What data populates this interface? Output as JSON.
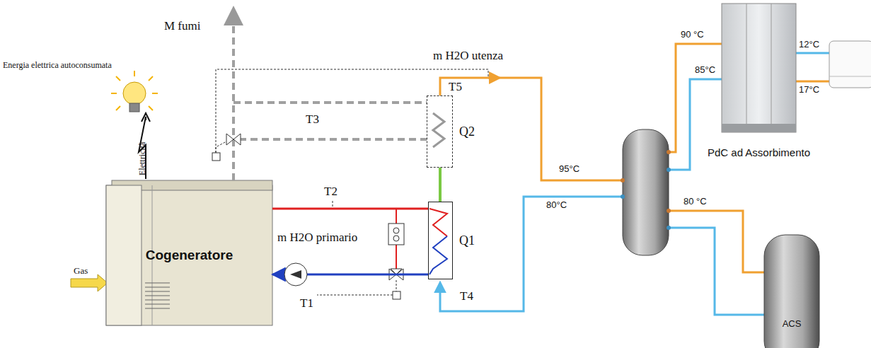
{
  "diagram": {
    "nodes": [
      {
        "text": [
          "Cogeneratore"
        ]
      },
      {
        "text": [
          "Q1"
        ]
      },
      {
        "text": [
          "Q2"
        ]
      },
      {
        "text": [
          "PdC ad Assorbimento"
        ]
      },
      {
        "text": [
          "ACS"
        ]
      }
    ],
    "edges": [
      {
        "from": 0,
        "to": 1,
        "arrow": "none"
      },
      {
        "from": 1,
        "to": 0,
        "arrow": "to"
      },
      {
        "from": 1,
        "to": 2,
        "arrow": "none"
      }
    ],
    "labels": [
      "Energia elettrica autoconsumata",
      "Elettricità",
      "Gas",
      "M fumi",
      "m H2O utenza",
      "m H2O primario",
      "T1",
      "T2",
      "T3",
      "T4",
      "T5",
      "95°C",
      "80°C",
      "90 °C",
      "85°C",
      "80 °C",
      "12°C",
      "17°C"
    ]
  }
}
